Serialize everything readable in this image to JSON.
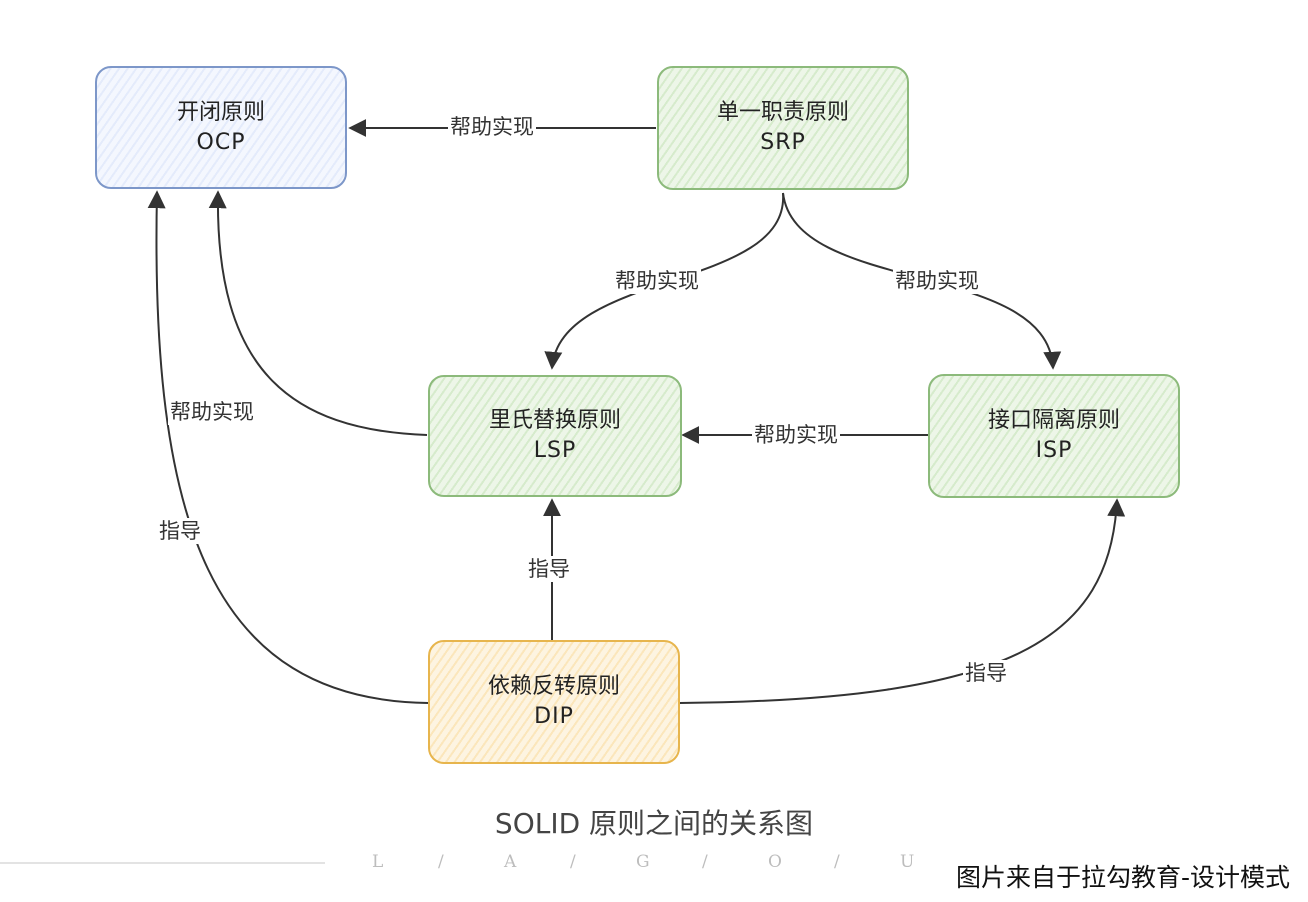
{
  "nodes": {
    "ocp": {
      "name": "开闭原则",
      "abbr": "OCP"
    },
    "srp": {
      "name": "单一职责原则",
      "abbr": "SRP"
    },
    "lsp": {
      "name": "里氏替换原则",
      "abbr": "LSP"
    },
    "isp": {
      "name": "接口隔离原则",
      "abbr": "ISP"
    },
    "dip": {
      "name": "依赖反转原则",
      "abbr": "DIP"
    }
  },
  "edges": {
    "srp_to_ocp": "帮助实现",
    "srp_to_lsp": "帮助实现",
    "srp_to_isp": "帮助实现",
    "lsp_to_ocp": "帮助实现",
    "isp_to_lsp": "帮助实现",
    "dip_to_ocp": "指导",
    "dip_to_lsp": "指导",
    "dip_to_isp": "指导"
  },
  "caption": "SOLID 原则之间的关系图",
  "brand_letters": [
    "L",
    "/",
    "A",
    "/",
    "G",
    "/",
    "O",
    "/",
    "U"
  ],
  "source_note": "图片来自于拉勾教育-设计模式",
  "colors": {
    "blue_border": "#7d97c9",
    "green_border": "#8cba7b",
    "orange_border": "#e7b54d",
    "edge": "#333333"
  }
}
